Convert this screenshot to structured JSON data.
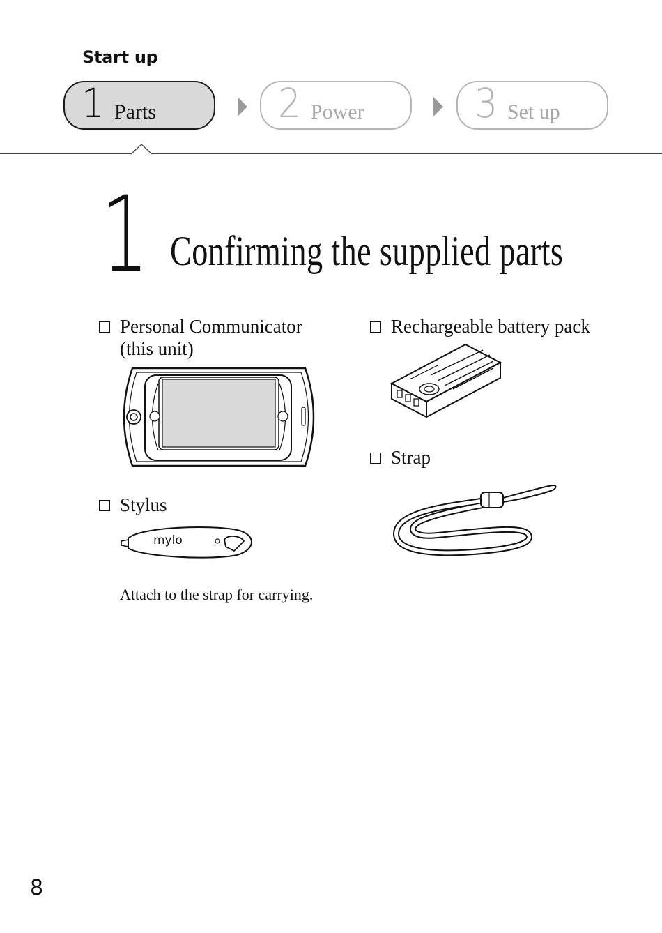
{
  "section_label": "Start up",
  "steps": [
    {
      "number": "1",
      "label": "Parts",
      "active": true
    },
    {
      "number": "2",
      "label": "Power",
      "active": false
    },
    {
      "number": "3",
      "label": "Set up",
      "active": false
    }
  ],
  "heading": {
    "number": "1",
    "title": "Confirming the supplied parts"
  },
  "items": {
    "communicator": {
      "line1": "Personal Communicator",
      "line2": "(this unit)"
    },
    "battery": {
      "label": "Rechargeable battery pack"
    },
    "strap": {
      "label": "Strap"
    },
    "stylus": {
      "label": "Stylus",
      "logo_text": "mylo"
    }
  },
  "note": "Attach to the strap for carrying.",
  "page_number": "8",
  "icons": [
    "checkbox-icon",
    "step-arrow-icon",
    "pointer-caret-icon"
  ],
  "colors": {
    "active_step_fill": "#d9d9d9",
    "inactive_step": "#b5b5b5",
    "text": "#111111"
  }
}
